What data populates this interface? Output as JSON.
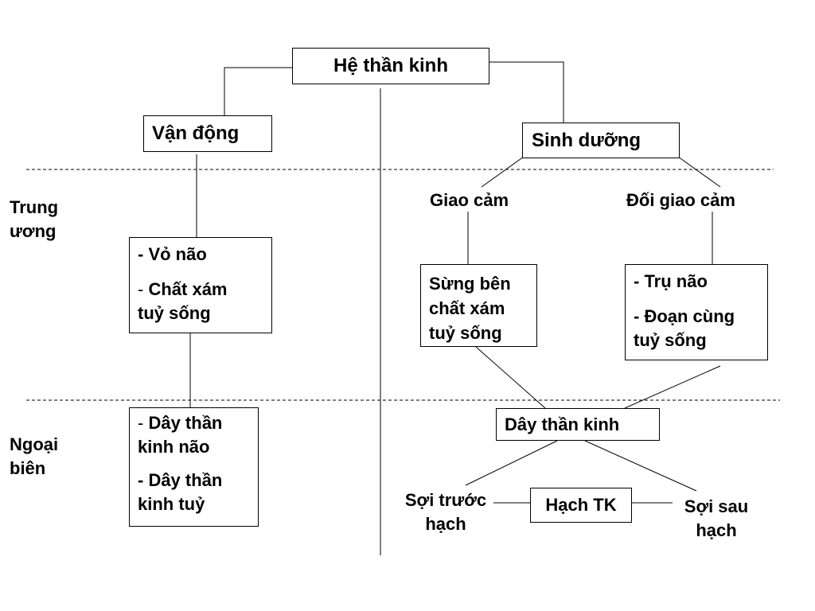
{
  "root": "Hệ thần kinh",
  "motor": "Vận động",
  "autonomic": "Sinh dưỡng",
  "sympathetic": "Giao cảm",
  "parasympathetic": "Đối giao cảm",
  "regions": {
    "central": [
      "Trung",
      "ương"
    ],
    "peripheral": [
      "Ngoại",
      "biên"
    ]
  },
  "motor_central": {
    "item1": "- Vỏ não",
    "item2_dash": "- ",
    "item2_lines": [
      "Chất xám",
      "tuỷ sống"
    ]
  },
  "motor_peripheral": {
    "item1_dash": "- ",
    "item1_lines": [
      "Dây thần",
      "kinh não"
    ],
    "item2_lines": [
      "- Dây thần",
      "kinh tuỷ"
    ]
  },
  "sympathetic_central": [
    "Sừng bên",
    "chất xám",
    "tuỷ sống"
  ],
  "parasympathetic_central": {
    "item1": "- Trụ não",
    "item2_lines": [
      "- Đoạn cùng",
      "tuỷ sống"
    ]
  },
  "nerve": "Dây thần kinh",
  "preganglionic": [
    "Sợi trước",
    "hạch"
  ],
  "ganglion": "Hạch TK",
  "postganglionic": [
    "Sợi sau",
    "hạch"
  ]
}
